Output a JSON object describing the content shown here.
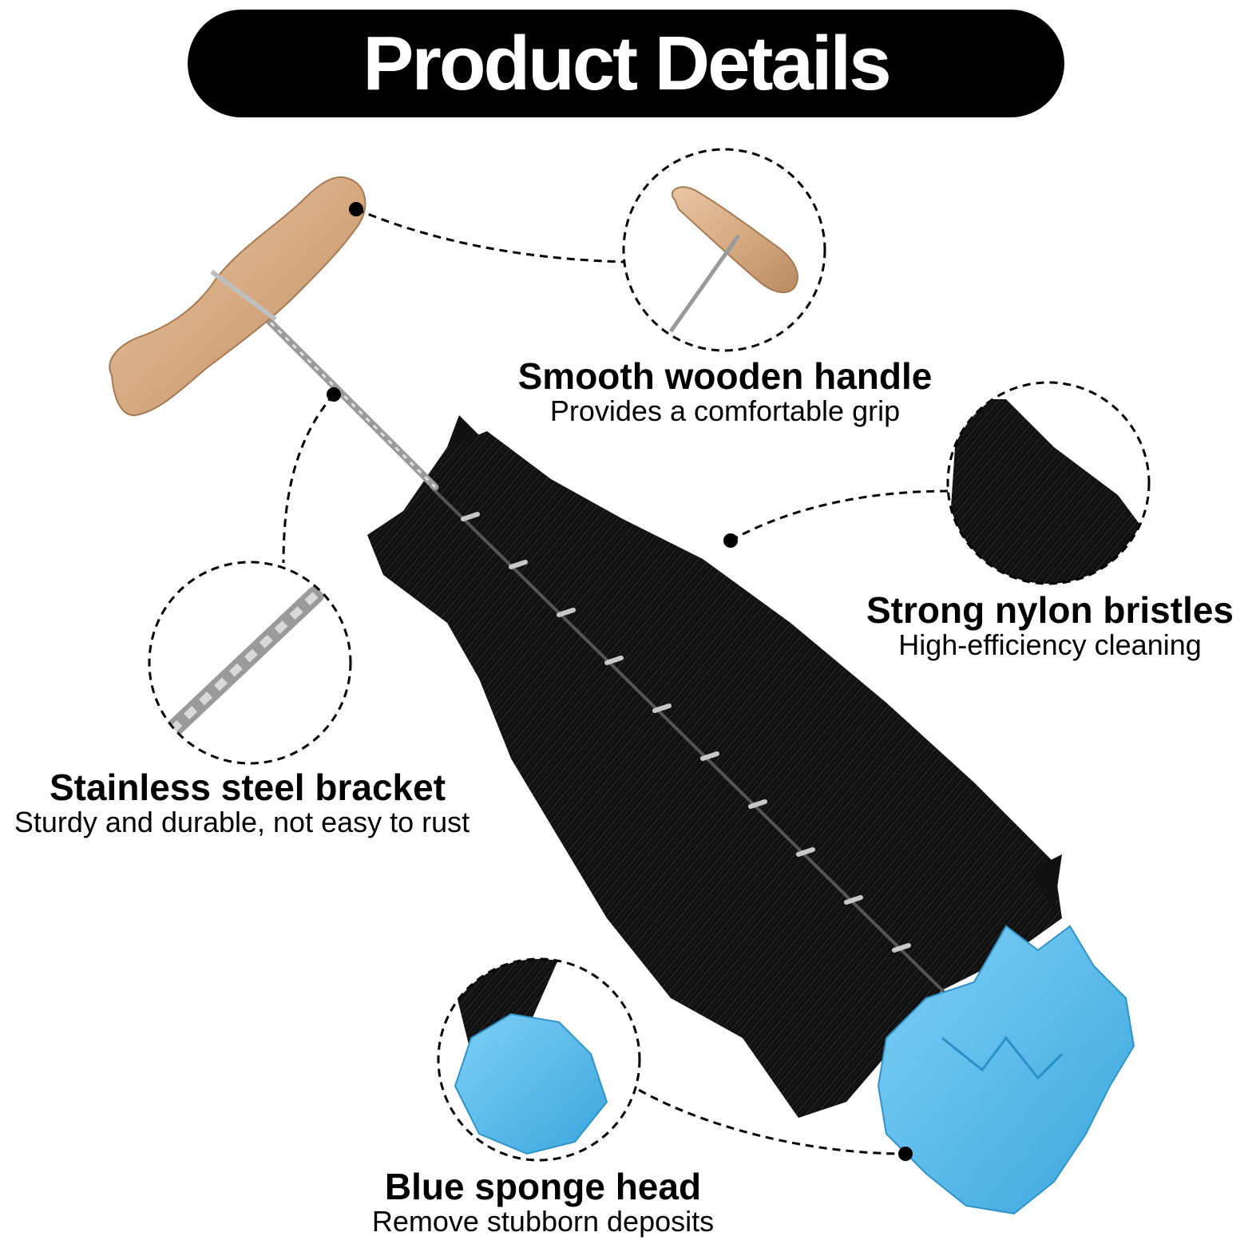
{
  "title": "Product Details",
  "callouts": {
    "handle": {
      "heading": "Smooth wooden handle",
      "text": "Provides a comfortable grip"
    },
    "bristles": {
      "heading": "Strong nylon bristles",
      "text": "High-efficiency cleaning"
    },
    "steel": {
      "heading": "Stainless steel bracket",
      "text": "Sturdy and durable, not easy to rust"
    },
    "sponge": {
      "heading": "Blue sponge head",
      "text": "Remove stubborn deposits"
    }
  },
  "colors": {
    "banner": "#000000",
    "wood": "#d9b08a",
    "bristle": "#111111",
    "sponge": "#4fb8ea",
    "steel": "#a9a9a9"
  }
}
